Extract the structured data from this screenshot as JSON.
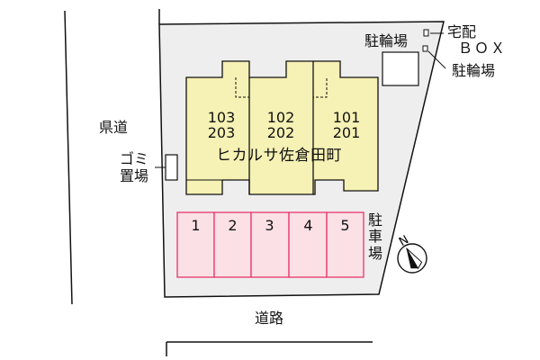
{
  "map": {
    "building_name": "ヒカルサ佐倉田町",
    "units": [
      {
        "upper": "103",
        "lower": "203"
      },
      {
        "upper": "102",
        "lower": "202"
      },
      {
        "upper": "101",
        "lower": "201"
      }
    ],
    "parking": {
      "label_chars": [
        "駐",
        "車",
        "場"
      ],
      "spaces": [
        "1",
        "2",
        "3",
        "4",
        "5"
      ]
    },
    "roads": {
      "prefectural": "県道",
      "local": "道路"
    },
    "garbage": {
      "line1": "ゴミ",
      "line2": "置場"
    },
    "bicycle_parking_top": "駐輪場",
    "bicycle_parking_right": "駐輪場",
    "delivery_box": {
      "line1": "宅配",
      "line2": "ＢＯＸ"
    },
    "compass": {
      "letter": "N",
      "rotation_deg": -30
    },
    "colors": {
      "site_fill": "#eeeeee",
      "building_fill": "#f6f1b4",
      "parking_fill": "#fbe0e6",
      "parking_stroke": "#e8366b"
    }
  }
}
